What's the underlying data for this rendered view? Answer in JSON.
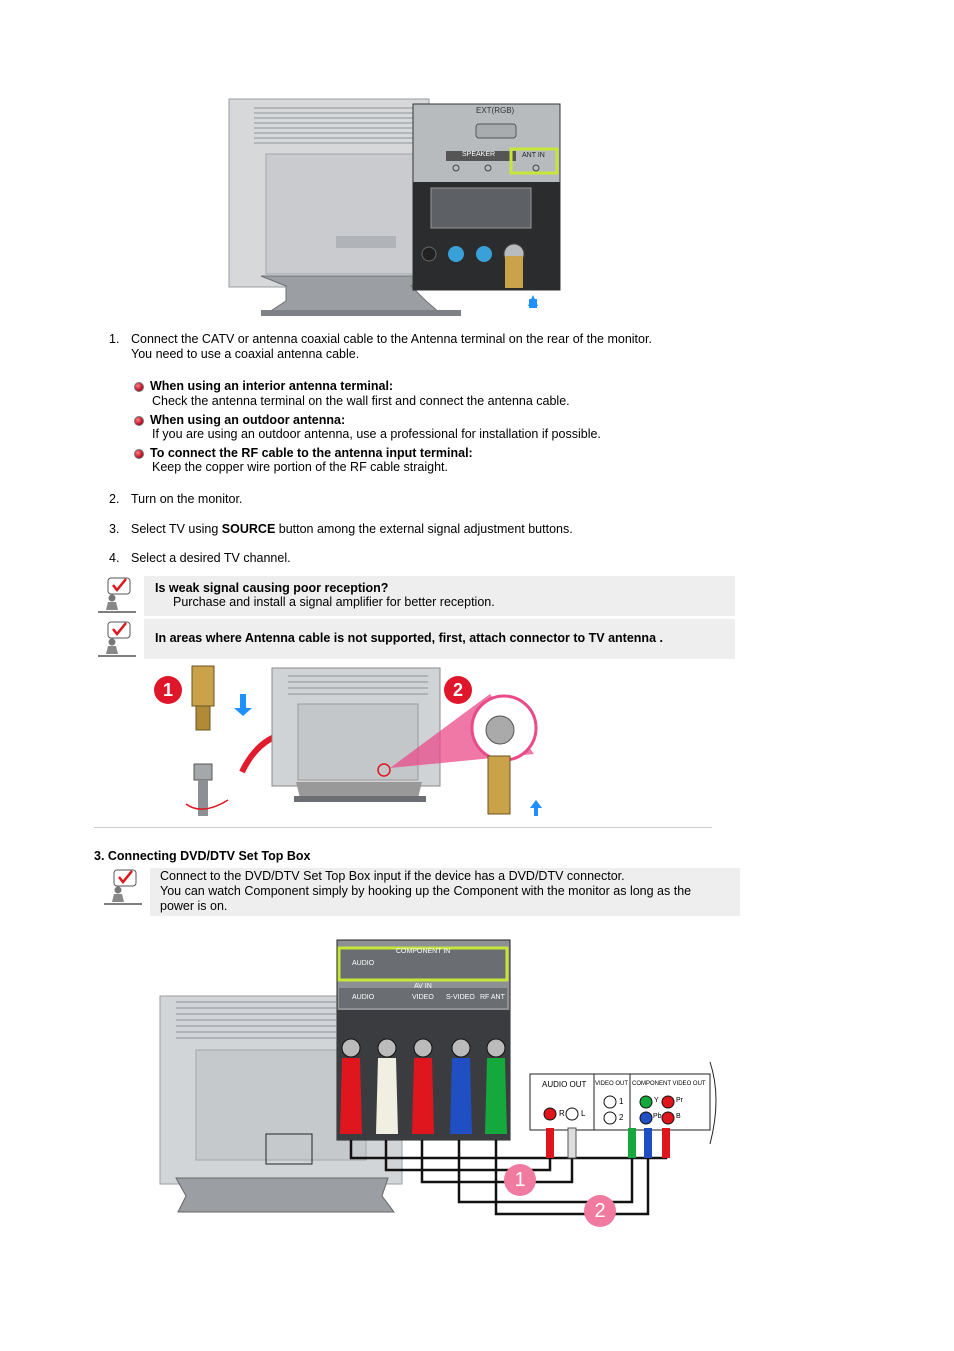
{
  "steps": [
    {
      "num": "1.",
      "line1": "Connect the CATV or antenna coaxial cable to the Antenna terminal on the rear of the monitor.",
      "line2": "You need to use a coaxial antenna cable."
    },
    {
      "num": "2.",
      "text": "Turn on the monitor."
    },
    {
      "num": "3.",
      "pre": "Select TV using ",
      "bold": "SOURCE",
      "post": " button among the external signal adjustment buttons."
    },
    {
      "num": "4.",
      "text": "Select a desired TV channel."
    }
  ],
  "bullets": [
    {
      "title": "When using an interior antenna terminal:",
      "desc": "Check the antenna terminal on the wall first and connect the antenna cable."
    },
    {
      "title": "When using an outdoor antenna:",
      "desc": "If you are using an outdoor antenna, use a professional for installation if possible."
    },
    {
      "title": "To connect the RF cable to the antenna input terminal:",
      "desc": "Keep the copper wire portion of the RF cable straight."
    }
  ],
  "notes": [
    {
      "title": "Is weak signal causing poor reception?",
      "desc": "Purchase and install a signal amplifier for better reception."
    },
    {
      "title": "In areas where Antenna cable is not supported, first, attach connector to TV antenna ."
    }
  ],
  "section3": {
    "heading": "3. Connecting DVD/DTV Set Top Box",
    "note_lines": [
      "Connect to the DVD/DTV Set Top Box input if the device has a DVD/DTV connector.",
      "You can watch Component simply by hooking up the Component with the monitor as long as the",
      "power is on."
    ]
  },
  "figure1": {
    "ext_label": "EXT(RGB)",
    "speaker_label": "SPEAKER",
    "ant_label": "ANT IN"
  },
  "figure2": {
    "badge1": "1",
    "badge2": "2"
  },
  "figure3": {
    "component_label": "COMPONENT IN",
    "audio_label": "AUDIO",
    "av_label": "AV IN",
    "jack_labels": [
      "VIDEO",
      "S-VIDEO",
      "RF ANT"
    ],
    "stb_headers": [
      "AUDIO OUT",
      "VIDEO OUT",
      "COMPONENT VIDEO OUT"
    ],
    "stb_jacks": [
      "R",
      "L",
      "1",
      "2",
      "Y",
      "Pr",
      "Pb",
      "B"
    ],
    "badge1": "1",
    "badge2": "2"
  }
}
